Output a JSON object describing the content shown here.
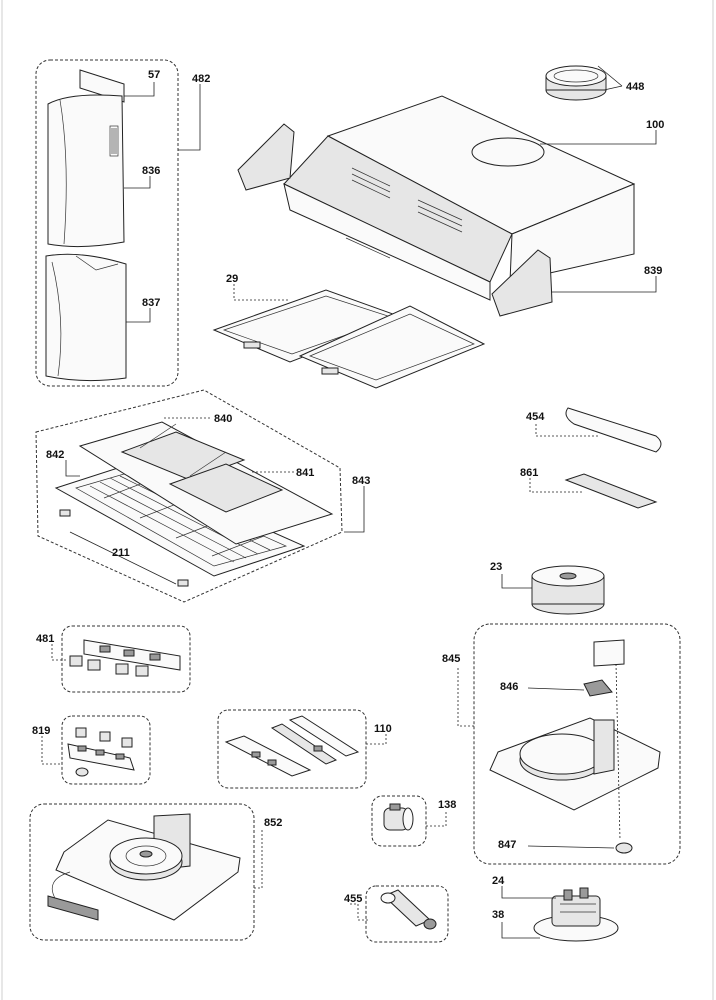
{
  "diagram": {
    "part_labels": {
      "p57": "57",
      "p482": "482",
      "p448": "448",
      "p100": "100",
      "p836": "836",
      "p837": "837",
      "p29": "29",
      "p839": "839",
      "p840": "840",
      "p842": "842",
      "p841": "841",
      "p843": "843",
      "p211": "211",
      "p454": "454",
      "p861": "861",
      "p23": "23",
      "p481": "481",
      "p845": "845",
      "p846": "846",
      "p819": "819",
      "p110": "110",
      "p138": "138",
      "p852": "852",
      "p847": "847",
      "p24": "24",
      "p455": "455",
      "p38": "38"
    }
  }
}
